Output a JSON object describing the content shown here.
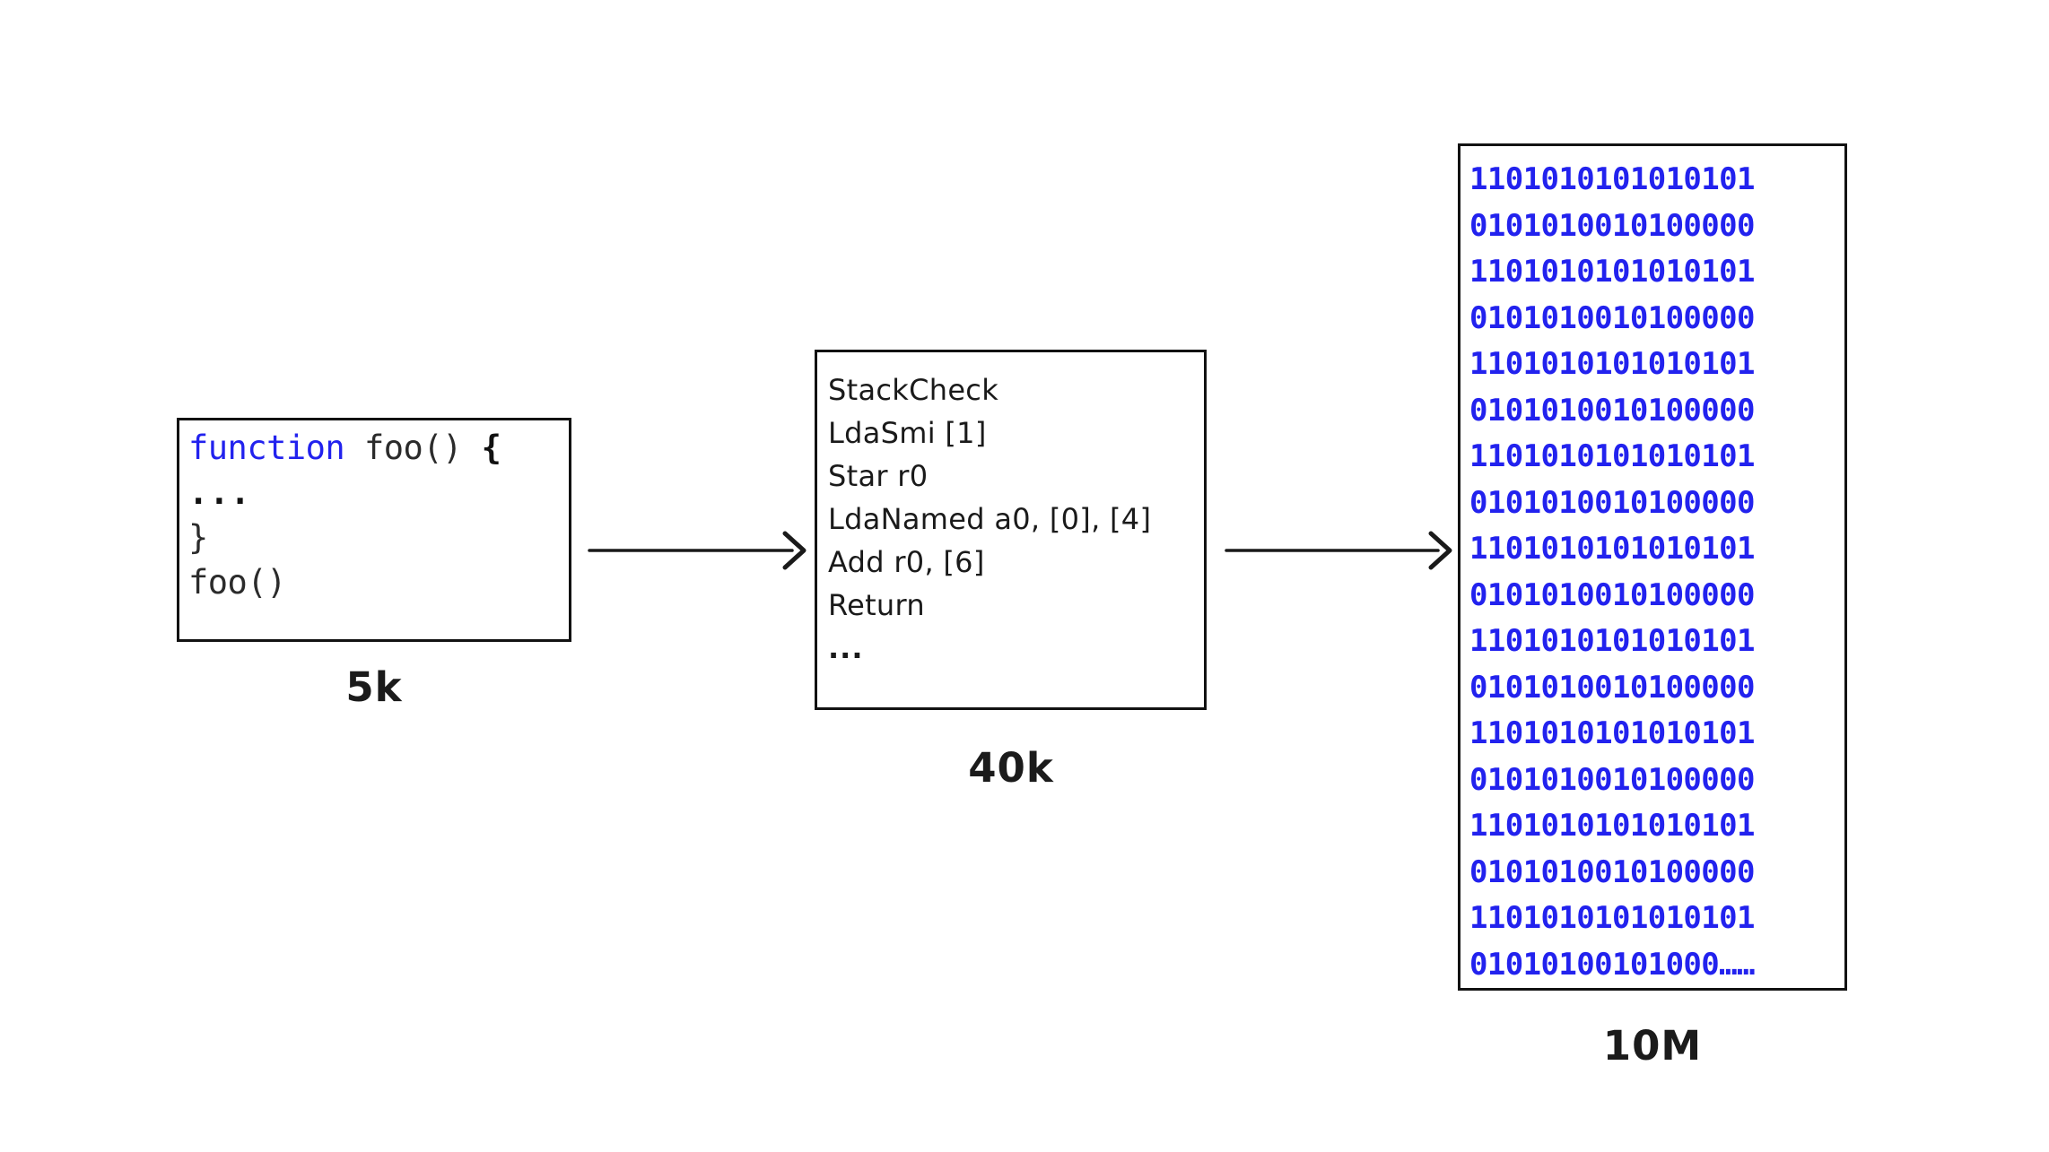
{
  "diagram": {
    "title": "JavaScript compilation pipeline sizes",
    "accent_color": "#2222EE",
    "ink_color": "#121212"
  },
  "source_box": {
    "name": "source-code",
    "lines": [
      {
        "keyword": "function",
        "rest": " foo() ",
        "brace": "{"
      },
      {
        "text": "..."
      },
      {
        "text": "}"
      },
      {
        "text": "foo()"
      }
    ],
    "line1_keyword": "function",
    "line1_rest": " foo() ",
    "line1_brace": "{",
    "line2": "...",
    "line3": "}",
    "line4": "foo()",
    "size_label": "5k"
  },
  "bytecode_box": {
    "name": "bytecode",
    "lines": [
      "StackCheck",
      "LdaSmi [1]",
      "Star r0",
      "LdaNamed a0, [0], [4]",
      "Add r0, [6]",
      "Return"
    ],
    "ellipsis": "...",
    "size_label": "40k"
  },
  "binary_box": {
    "name": "machine-code",
    "lines": [
      "1101010101010101",
      "0101010010100000",
      "1101010101010101",
      "0101010010100000",
      "1101010101010101",
      "0101010010100000",
      "1101010101010101",
      "0101010010100000",
      "1101010101010101",
      "0101010010100000",
      "1101010101010101",
      "0101010010100000",
      "1101010101010101",
      "0101010010100000",
      "1101010101010101",
      "0101010010100000",
      "1101010101010101",
      "01010100101000……"
    ],
    "size_label": "10M"
  },
  "arrows": [
    {
      "name": "arrow-source-to-bytecode"
    },
    {
      "name": "arrow-bytecode-to-binary"
    }
  ]
}
